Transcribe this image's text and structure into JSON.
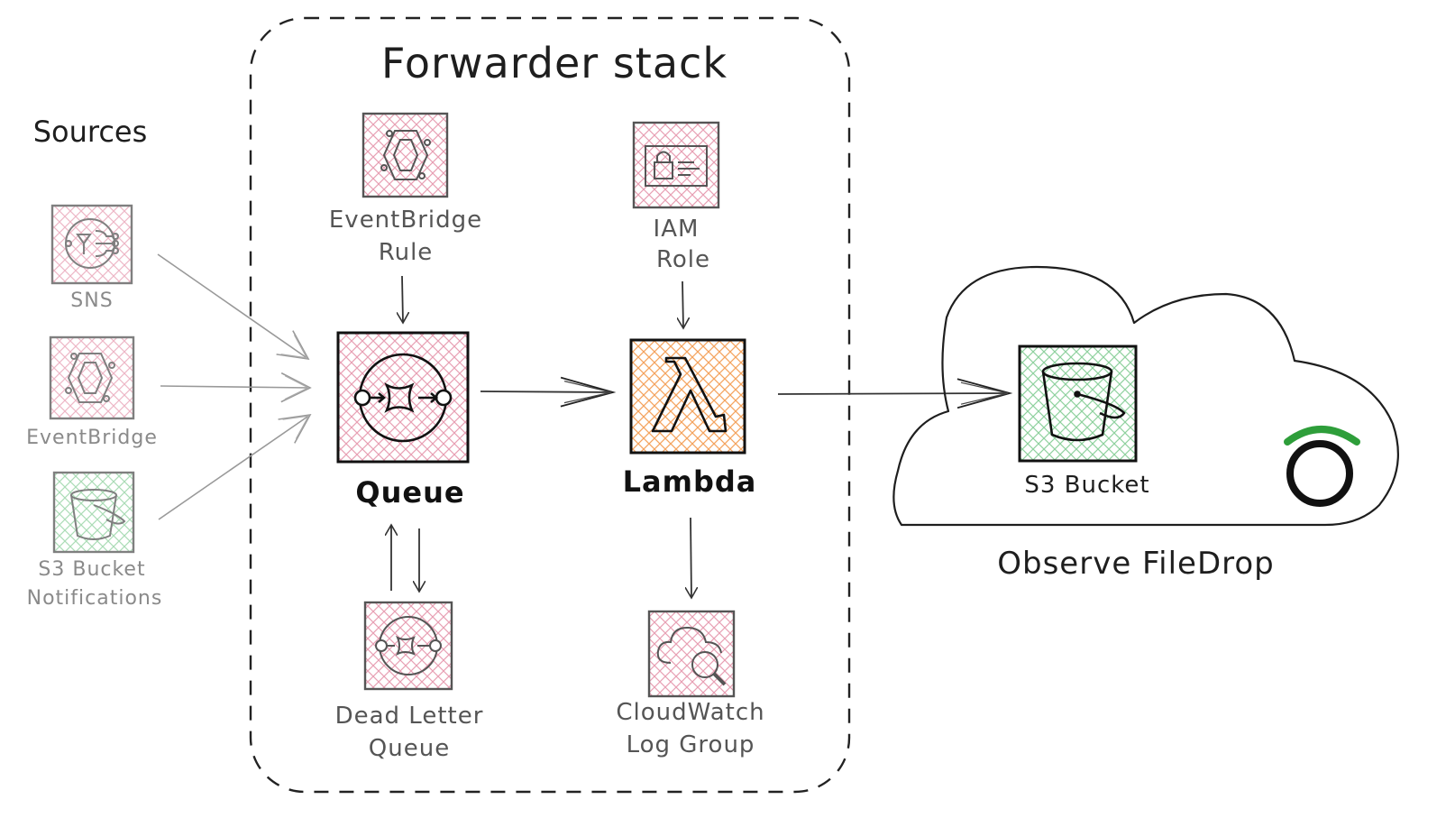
{
  "title": "Forwarder stack",
  "sources": {
    "heading": "Sources",
    "items": [
      {
        "label": "SNS",
        "icon": "sns-icon"
      },
      {
        "label": "EventBridge",
        "icon": "eventbridge-icon"
      },
      {
        "label": "S3 Bucket",
        "label2": "Notifications",
        "icon": "s3-bucket-icon"
      }
    ]
  },
  "stack": {
    "eventbridge_rule": {
      "line1": "EventBridge",
      "line2": "Rule",
      "icon": "eventbridge-icon"
    },
    "iam_role": {
      "line1": "IAM",
      "line2": "Role",
      "icon": "iam-role-icon"
    },
    "queue": {
      "label": "Queue",
      "icon": "sqs-queue-icon"
    },
    "lambda": {
      "label": "Lambda",
      "icon": "lambda-icon"
    },
    "dead_letter_queue": {
      "line1": "Dead Letter",
      "line2": "Queue",
      "icon": "sqs-queue-icon"
    },
    "log_group": {
      "line1": "CloudWatch",
      "line2": "Log Group",
      "icon": "cloudwatch-logs-icon"
    }
  },
  "destination": {
    "name": "Observe FileDrop",
    "bucket_label": "S3 Bucket",
    "icon": "observe-logo-icon"
  },
  "colors": {
    "ink": "#1e1e1e",
    "faded": "#888888",
    "pink_hatch": "#e8a0b4",
    "green_hatch": "#8fd19e",
    "orange_hatch": "#f4a45f",
    "observe_green": "#2e9e3a"
  }
}
